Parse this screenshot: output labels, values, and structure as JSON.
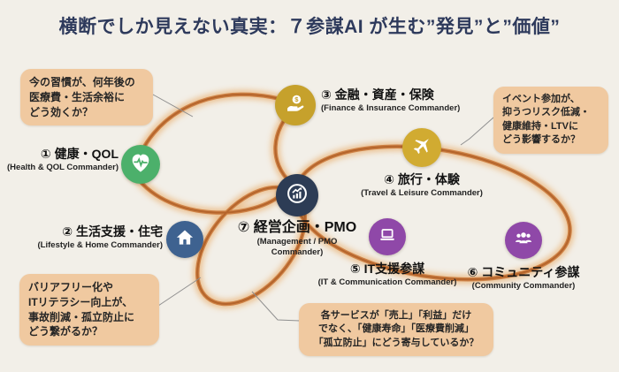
{
  "title": "横断でしか見えない真実：７参謀AI が生む”発見”と”価値”",
  "nodes": [
    {
      "label": "① 健康・QOL",
      "sub": "(Health & QOL Commander)",
      "color": "#4cb06b",
      "icon": "heart-pulse-icon"
    },
    {
      "label": "② 生活支援・住宅",
      "sub": "(Lifestyle & Home Commander)",
      "color": "#3e6290",
      "icon": "home-icon"
    },
    {
      "label": "③ 金融・資産・保険",
      "sub": "(Finance & Insurance Commander)",
      "color": "#c6a12c",
      "icon": "hand-coin-icon"
    },
    {
      "label": "④ 旅行・体験",
      "sub": "(Travel & Leisure Commander)",
      "color": "#d1ab31",
      "icon": "airplane-icon"
    },
    {
      "label": "⑤ IT支援参謀",
      "sub": "(IT & Communication Commander)",
      "color": "#8f48a8",
      "icon": "laptop-icon"
    },
    {
      "label": "⑥ コミュニティ参謀",
      "sub": "(Community Commander)",
      "color": "#8f48a8",
      "icon": "people-icon"
    },
    {
      "label": "⑦ 経営企画・PMO",
      "sub": "(Management / PMO\nCommander)",
      "color": "#2d3c55",
      "icon": "trend-chart-icon"
    }
  ],
  "callouts": [
    {
      "text": "今の習慣が、何年後の\n医療費・生活余裕に\nどう効くか？"
    },
    {
      "text": "イベント参加が、\n抑うつリスク低減・\n健康維持・LTVに\nどう影響するか？"
    },
    {
      "text": "バリアフリー化や\nITリテラシー向上が、\n事故削減・孤立防止に\nどう繋がるか？"
    },
    {
      "text": "各サービスが「売上」「利益」だけ\nでなく、「健康寿命」「医療費削減」\n「孤立防止」にどう寄与しているか？"
    }
  ],
  "icons": {
    "coin_symbol": "$"
  },
  "colors": {
    "background": "#f2efe8",
    "title_text": "#2e3a5c",
    "curve": "#c8773a",
    "curve_glow": "#eab67c",
    "callout_bg": "#f0c9a0",
    "callout_text": "#252525",
    "connector_line": "#909090",
    "node_health": "#4cb06b",
    "node_home": "#3e6290",
    "node_finance": "#c6a12c",
    "node_travel": "#d1ab31",
    "node_it": "#8f48a8",
    "node_community": "#8f48a8",
    "node_pmo": "#2d3c55"
  }
}
